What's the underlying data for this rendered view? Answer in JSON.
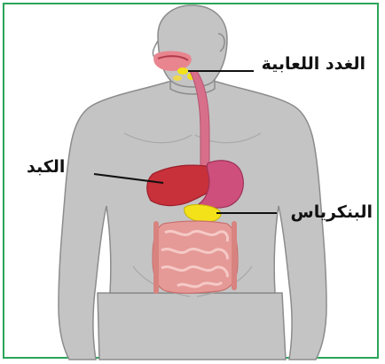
{
  "labels": {
    "salivary_glands": "الغدد اللعابية",
    "liver": "الكبد",
    "pancreas": "البنكرياس"
  },
  "colors": {
    "frame": "#2aa55a",
    "body": "#c4c4c4",
    "body_outline": "#8c8c8c",
    "liver": "#c8303a",
    "stomach": "#cf4f7c",
    "pancreas": "#f3e21a",
    "intestine": "#e59a97",
    "esophagus": "#d86f8a",
    "pointer": "#111111"
  }
}
